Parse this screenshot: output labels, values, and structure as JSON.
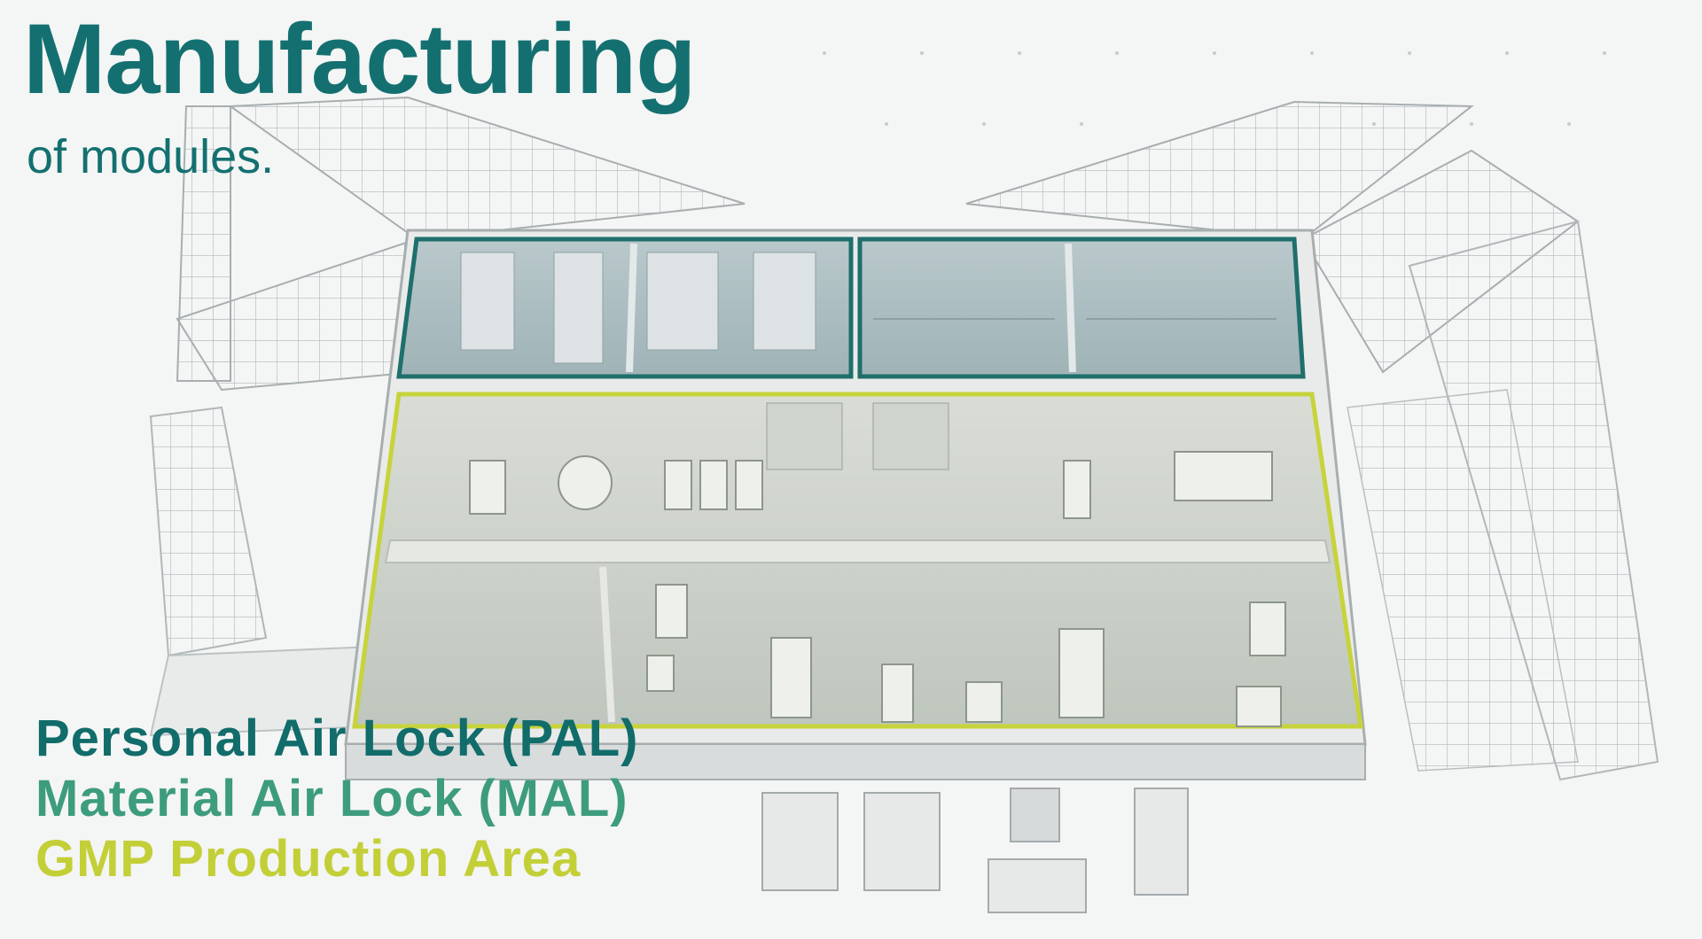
{
  "title": "Manufacturing",
  "subtitle": "of modules.",
  "legend": [
    {
      "label": "Personal Air Lock (PAL)",
      "color": "#116c6a"
    },
    {
      "label": "Material Air Lock (MAL)",
      "color": "#3d9c7e"
    },
    {
      "label": "GMP Production Area",
      "color": "#c3cf37"
    }
  ],
  "colors": {
    "title": "#147070",
    "subtitle": "#147070",
    "pal_outline": "#1f6f6c",
    "gmp_outline": "#c7d33a",
    "background": "#f4f5f5"
  },
  "icons": [
    "stair-icon",
    "cleanroom-equipment-icon",
    "hvac-unit-icon"
  ]
}
